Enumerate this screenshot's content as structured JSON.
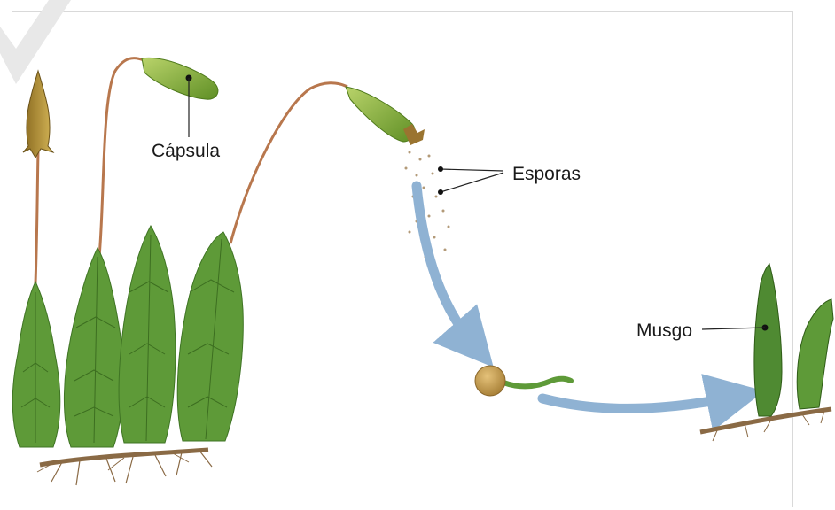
{
  "labels": {
    "capsula": "Cápsula",
    "esporas": "Esporas",
    "musgo": "Musgo"
  },
  "colors": {
    "leaf": "#5e9a38",
    "leaf_dark": "#3f7424",
    "stalk": "#b8774d",
    "capsule": "#8ab43c",
    "arrow": "#8fb2d3",
    "corner_mark": "#e8e8e8"
  }
}
